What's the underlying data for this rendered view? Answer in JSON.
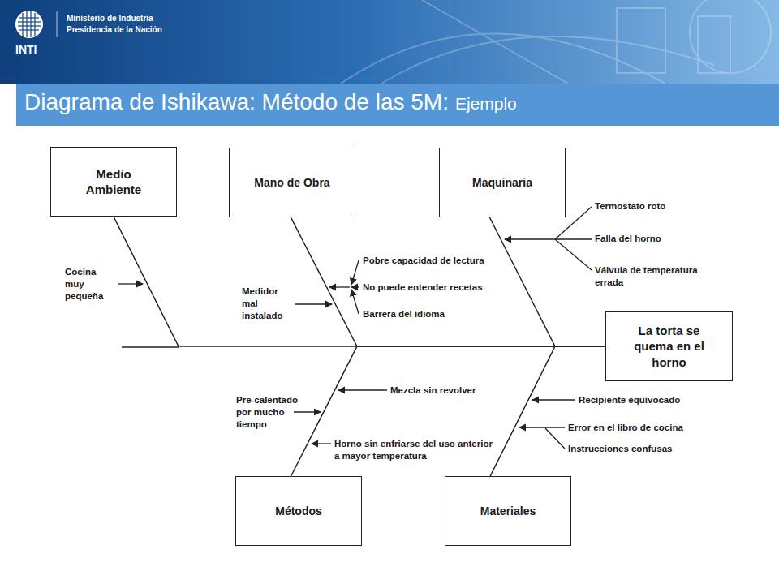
{
  "diagram": {
    "title": "Diagrama de Ishikawa: Método de las 5M:",
    "nodes": [
      {
        "text": [
          "Medio Ambiente"
        ]
      },
      {
        "text": [
          "Mano de Obra"
        ]
      },
      {
        "text": [
          "Maquinaria"
        ]
      },
      {
        "text": [
          "La torta se quema en el horno"
        ]
      },
      {
        "text": [
          "Métodos"
        ]
      },
      {
        "text": [
          "Materiales"
        ]
      }
    ],
    "edges": [
      {
        "from": 0,
        "to": 3,
        "arrow": "none"
      },
      {
        "from": 1,
        "to": 3,
        "arrow": "none"
      },
      {
        "from": 2,
        "to": 3,
        "arrow": "none"
      },
      {
        "from": 4,
        "to": 3,
        "arrow": "none"
      },
      {
        "from": 5,
        "to": 3,
        "arrow": "none"
      }
    ],
    "labels": [
      "Ministerio de Industria",
      "Presidencia de la Nación",
      "INTI",
      "Ejemplo",
      "Cocina muy pequeña",
      "Pobre capacidad de lectura",
      "No puede entender recetas",
      "Barrera del idioma",
      "Medidor mal instalado",
      "Termostato roto",
      "Falla del horno",
      "Válvula de temperatura errada",
      "Mezcla sin revolver",
      "Pre-calentado por mucho tiempo",
      "Horno sin enfriarse del uso anterior a mayor temperatura",
      "Recipiente equivocado",
      "Error en el libro de cocina",
      "Instrucciones confusas"
    ]
  }
}
